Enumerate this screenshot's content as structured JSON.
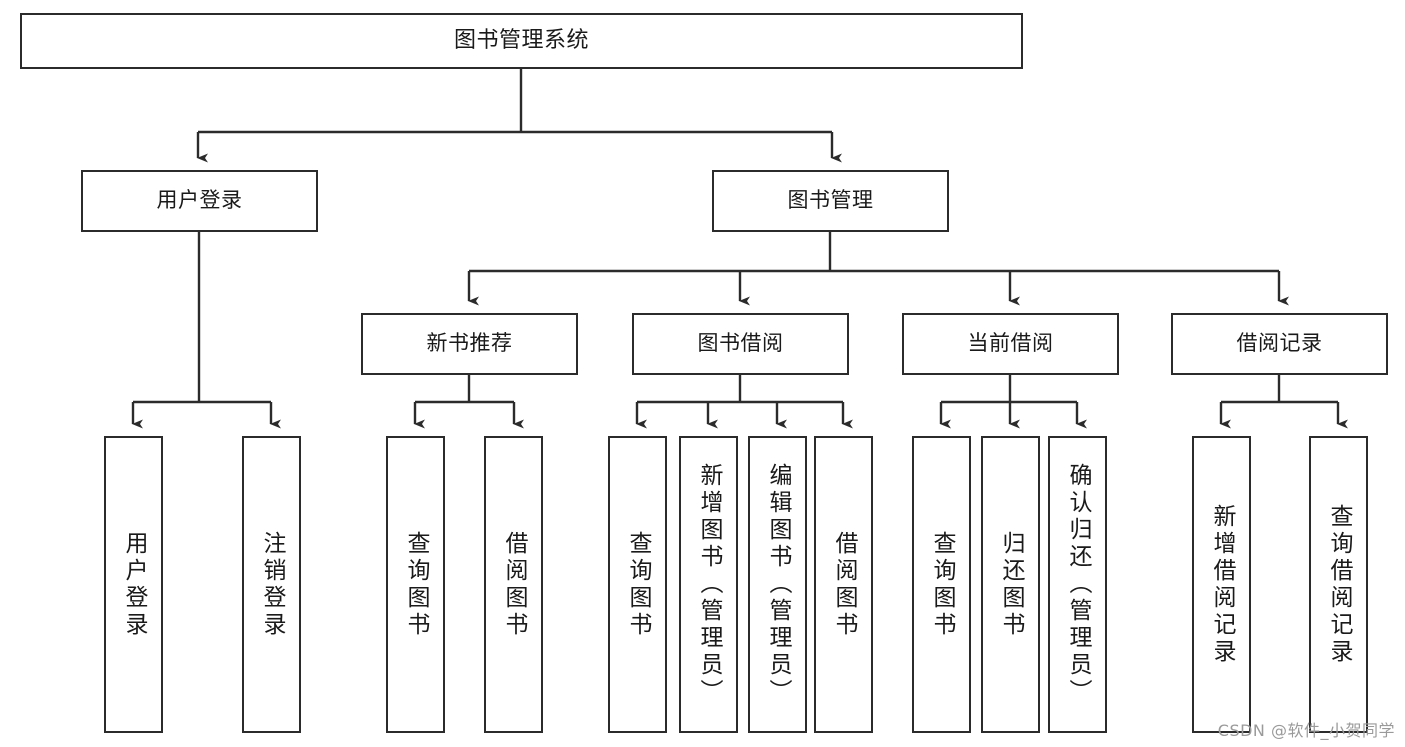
{
  "diagram": {
    "title": "图书管理系统",
    "watermark": "CSDN @软件_小贺同学",
    "line_color": "#2b2b2b",
    "box_fill": "#ffffff",
    "text_color": "#1a1a1a",
    "nodes": {
      "root": {
        "label": "图书管理系统"
      },
      "level2": [
        {
          "label": "用户登录"
        },
        {
          "label": "图书管理"
        }
      ],
      "level3": [
        {
          "label": "新书推荐"
        },
        {
          "label": "图书借阅"
        },
        {
          "label": "当前借阅"
        },
        {
          "label": "借阅记录"
        }
      ],
      "leaves": {
        "user_login": [
          {
            "label": "用户登录"
          },
          {
            "label": "注销登录"
          }
        ],
        "new_book_recommend": [
          {
            "label": "查询图书"
          },
          {
            "label": "借阅图书"
          }
        ],
        "book_borrow": [
          {
            "label": "查询图书"
          },
          {
            "label": "新增图书（管理员）"
          },
          {
            "label": "编辑图书（管理员）"
          },
          {
            "label": "借阅图书"
          }
        ],
        "current_borrow": [
          {
            "label": "查询图书"
          },
          {
            "label": "归还图书"
          },
          {
            "label": "确认归还（管理员）"
          }
        ],
        "borrow_record": [
          {
            "label": "新增借阅记录"
          },
          {
            "label": "查询借阅记录"
          }
        ]
      }
    }
  }
}
